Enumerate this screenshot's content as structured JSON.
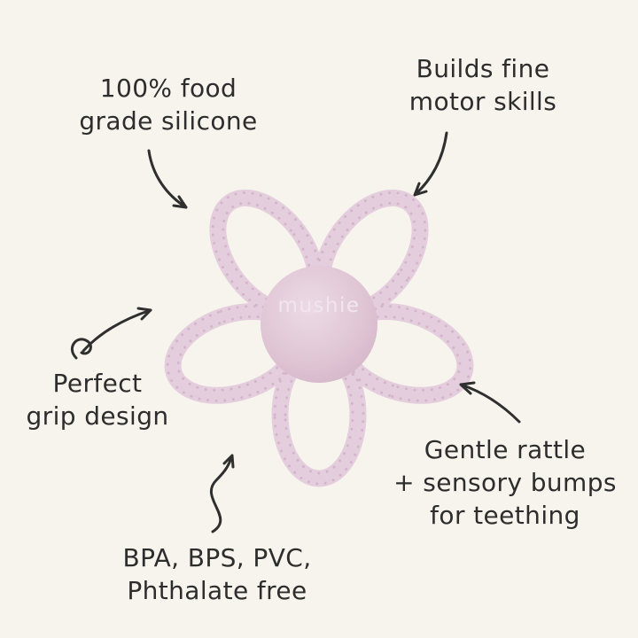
{
  "colors": {
    "background": "#f6f4ec",
    "petal": "#e4cedd",
    "petal_dots": "#d2b3c9",
    "ball_light": "#ecdae6",
    "ball_mid": "#e0c6d5",
    "ball_dark": "#d3b4c8",
    "brand_text": "#f2e5ed",
    "arrow": "#2f2f2f",
    "text": "#2d2d2d"
  },
  "product": {
    "brand": "mushie"
  },
  "annotations": [
    {
      "id": "food-grade-silicone",
      "lines": [
        "100% food",
        "grade silicone"
      ]
    },
    {
      "id": "fine-motor-skills",
      "lines": [
        "Builds fine",
        "motor skills"
      ]
    },
    {
      "id": "grip-design",
      "lines": [
        "Perfect",
        "grip design"
      ]
    },
    {
      "id": "gentle-rattle",
      "lines": [
        "Gentle rattle",
        "+ sensory bumps",
        "for teething"
      ]
    },
    {
      "id": "bpa-free",
      "lines": [
        "BPA, BPS, PVC,",
        "Phthalate free"
      ]
    }
  ]
}
